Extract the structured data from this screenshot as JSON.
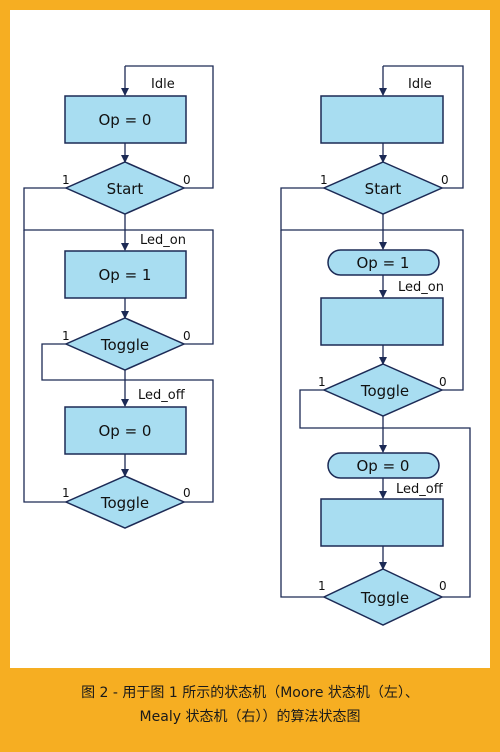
{
  "left_chart": {
    "state_idle": "Idle",
    "op_0_a": "Op = 0",
    "decision_start": "Start",
    "state_led_on": "Led_on",
    "op_1": "Op = 1",
    "decision_toggle_1": "Toggle",
    "state_led_off": "Led_off",
    "op_0_b": "Op = 0",
    "decision_toggle_2": "Toggle",
    "branch_one": "1",
    "branch_zero": "0"
  },
  "right_chart": {
    "state_idle": "Idle",
    "decision_start": "Start",
    "cond_op_1": "Op = 1",
    "state_led_on": "Led_on",
    "decision_toggle_1": "Toggle",
    "cond_op_0": "Op = 0",
    "state_led_off": "Led_off",
    "decision_toggle_2": "Toggle",
    "branch_one": "1",
    "branch_zero": "0"
  },
  "caption": {
    "line1": "图 2 - 用于图 1 所示的状态机（Moore 状态机（左）、",
    "line2": "Mealy 状态机（右））的算法状态图"
  },
  "colors": {
    "frame": "#F6AE22",
    "box_fill": "#A8DDF1",
    "stroke": "#1c2a55"
  }
}
